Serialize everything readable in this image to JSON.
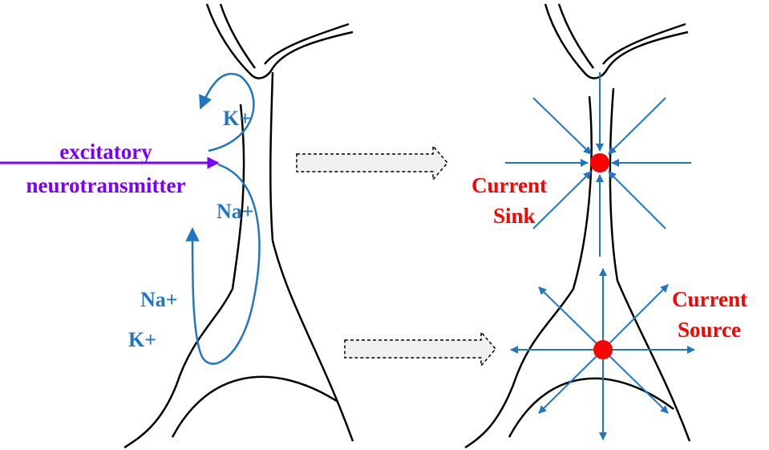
{
  "labels": {
    "excitatory": "excitatory",
    "neurotransmitter": "neurotransmitter",
    "k_top": "K+",
    "na_mid": "Na+",
    "na_low": "Na+",
    "k_low": "K+",
    "sink_line1": "Current",
    "sink_line2": "Sink",
    "source_line1": "Current",
    "source_line2": "Source"
  },
  "colors": {
    "ion_blue": "#1f77c4",
    "neurotransmitter_purple": "#7a00ff",
    "current_red": "#ff0000",
    "outline": "#000000",
    "arrow_fill": "#f0f0f0"
  }
}
